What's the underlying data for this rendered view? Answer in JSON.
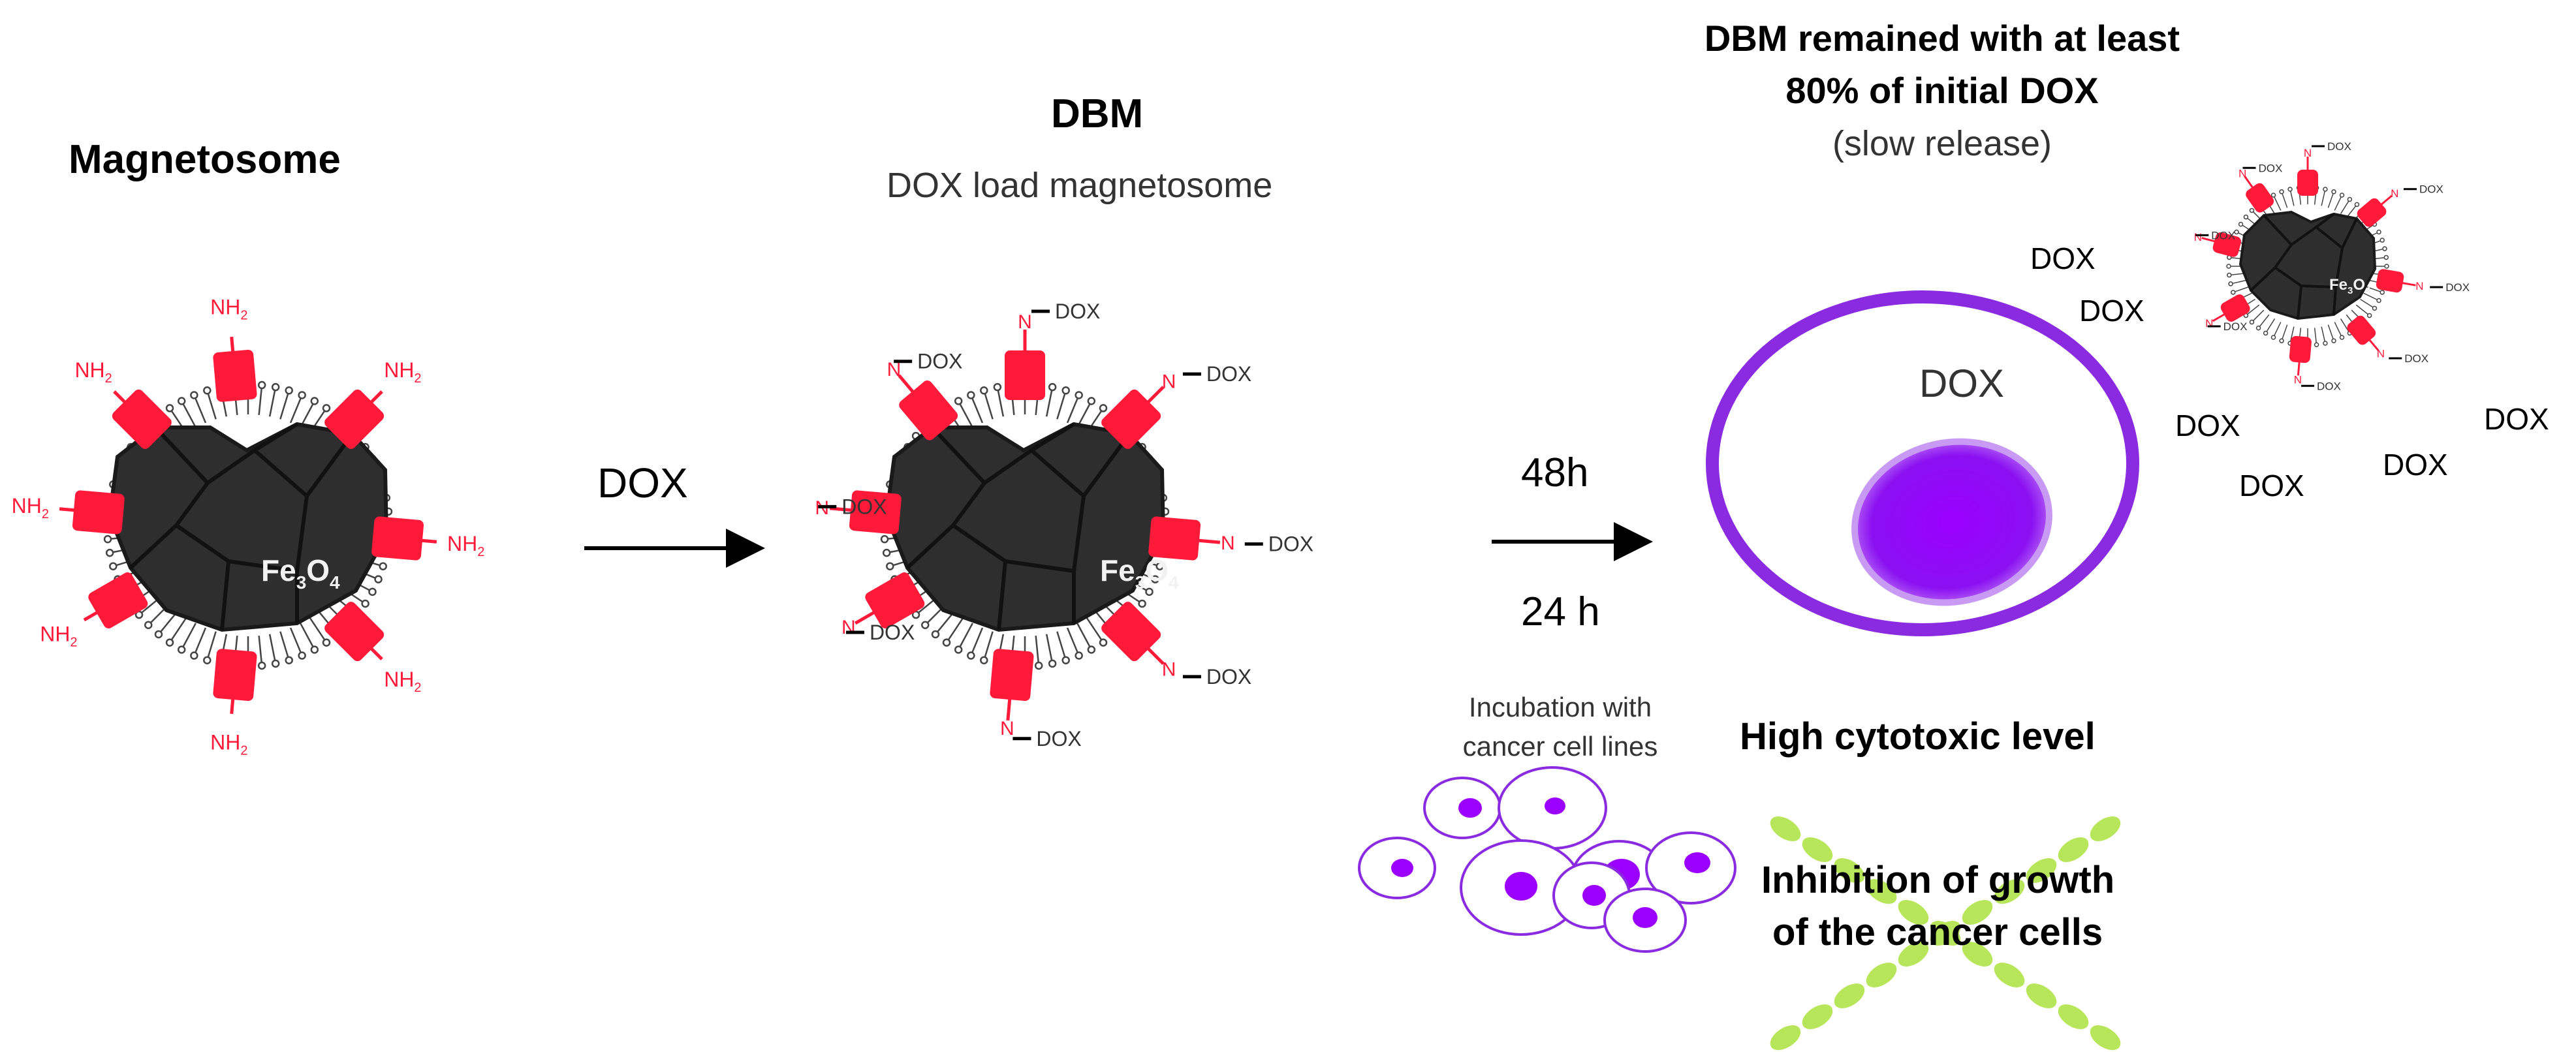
{
  "stage1": {
    "title": "Magnetosome",
    "core_label": "Fe",
    "core_sub1": "3",
    "core_sub2": "O",
    "core_sub3": "4",
    "amine_label": "NH",
    "amine_sub": "2"
  },
  "arrow1": {
    "label": "DOX"
  },
  "stage2": {
    "title": "DBM",
    "subtitle": "DOX load magnetosome",
    "core_label": "Fe",
    "core_sub1": "3",
    "core_sub2": "O",
    "core_sub3": "4",
    "n_label": "N",
    "drug_label": "DOX"
  },
  "arrow2": {
    "label_top": "48h",
    "label_bottom": "24 h"
  },
  "stage3": {
    "title_line1": "DBM remained with at least",
    "title_line2": "80% of initial DOX",
    "title_line3": "(slow release)",
    "cell_drug_label": "DOX",
    "free_drug_label": "DOX",
    "mini_core_label": "Fe",
    "mini_core_sub1": "3",
    "mini_core_sub2": "O",
    "mini_core_sub3": "4",
    "mini_n_label": "N",
    "mini_drug_label": "DOX",
    "incubation_line1": "Incubation with",
    "incubation_line2": "cancer cell lines",
    "result1": "High  cytotoxic level",
    "result2_line1": "Inhibition of growth",
    "result2_line2": "of the cancer cells"
  },
  "colors": {
    "core": "#2e2e2e",
    "amine": "#ff1a3a",
    "membrane": "#555555",
    "cell_purple": "#8a2be2",
    "nucleus_purple": "#a020f0",
    "cross_green": "#b8e65a"
  }
}
